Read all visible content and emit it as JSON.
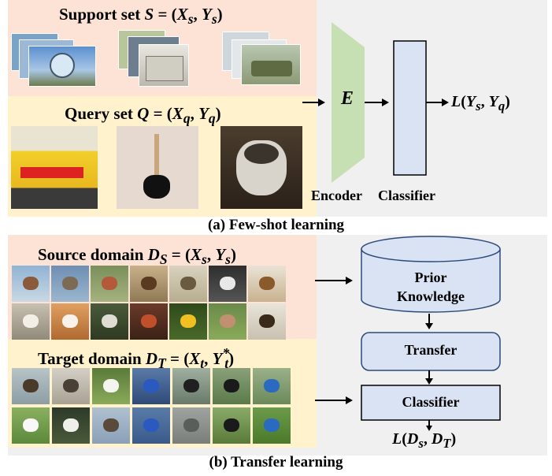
{
  "panel_a": {
    "support_title": "Support set",
    "support_sym": "S",
    "support_x": "X",
    "support_xs": "s",
    "support_y": "Y",
    "support_ys": "s",
    "query_title": "Query set",
    "query_sym": "Q",
    "query_x": "X",
    "query_xs": "q",
    "query_y": "Y",
    "query_ys": "q",
    "encoder_sym": "E",
    "encoder_label": "Encoder",
    "classifier_label": "Classifier",
    "loss_L": "L",
    "loss_y1": "Y",
    "loss_y1s": "s",
    "loss_y2": "Y",
    "loss_y2s": "q",
    "caption": "(a) Few-shot learning",
    "colors": {
      "support": "#fce3d6",
      "query": "#fff2cc",
      "encoder": "#c6e0b4",
      "classifier": "#dae3f3"
    }
  },
  "panel_b": {
    "source_title": "Source domain",
    "source_sym": "D",
    "source_sub": "S",
    "source_x": "X",
    "source_xs": "s",
    "source_y": "Y",
    "source_ys": "s",
    "target_title": "Target domain",
    "target_sym": "D",
    "target_sub": "T",
    "target_x": "X",
    "target_xs": "t",
    "target_y": "Y",
    "target_ys": "t",
    "target_star": "*",
    "prior_line1": "Prior",
    "prior_line2": "Knowledge",
    "transfer_label": "Transfer",
    "classifier_label": "Classifier",
    "loss_L": "L",
    "loss_d1": "D",
    "loss_d1s": "s",
    "loss_d2": "D",
    "loss_d2s": "T",
    "caption": "(b) Transfer learning",
    "colors": {
      "source": "#fce3d6",
      "target": "#fff2cc",
      "box": "#dae3f3"
    }
  }
}
